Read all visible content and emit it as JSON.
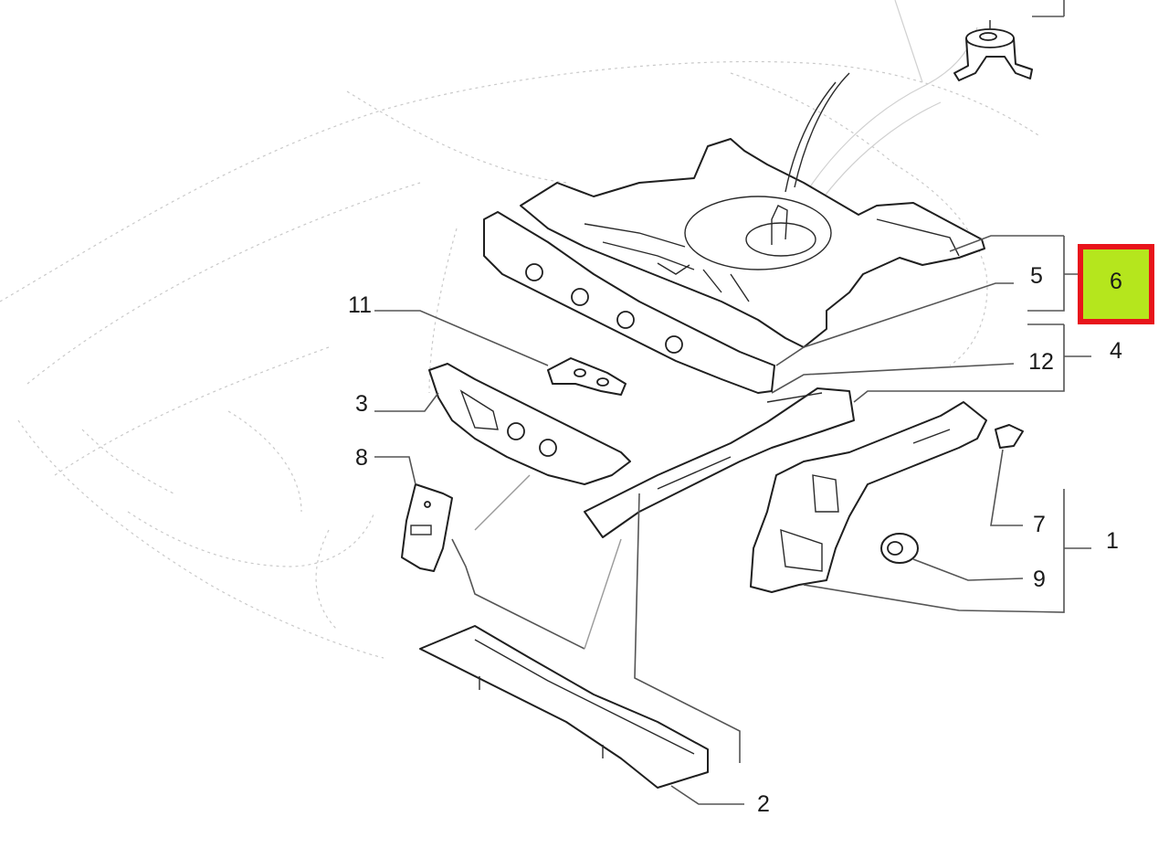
{
  "callouts": {
    "c1": "1",
    "c2": "2",
    "c3": "3",
    "c4": "4",
    "c5": "5",
    "c6": "6",
    "c7": "7",
    "c8": "8",
    "c9": "9",
    "c11": "11",
    "c12": "12"
  },
  "highlight": {
    "callout": "6",
    "fill_color": "#b5e61d",
    "border_color": "#e8141b"
  }
}
